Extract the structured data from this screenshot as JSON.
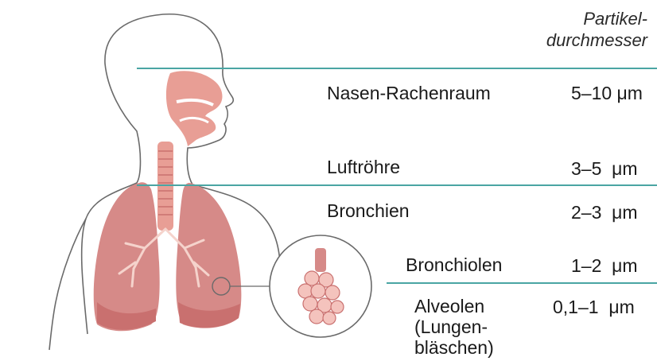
{
  "header": {
    "line1": "Partikel-",
    "line2": "durchmesser"
  },
  "regions": [
    {
      "name": "Nasen-Rachenraum",
      "size": "5–10 μm"
    },
    {
      "name": "Luftröhre",
      "size": "3–5  μm"
    },
    {
      "name": "Bronchien",
      "size": "2–3  μm"
    },
    {
      "name": "Bronchiolen",
      "size": "1–2  μm"
    },
    {
      "name_lines": [
        "Alveolen",
        "(Lungen-",
        "bläschen)"
      ],
      "size": "0,1–1  μm"
    }
  ],
  "colors": {
    "line": "#4aa5a3",
    "lung": "#d68a88",
    "lung_dark": "#c9706f",
    "airway": "#e89e95",
    "outline": "#6a6a6a"
  }
}
